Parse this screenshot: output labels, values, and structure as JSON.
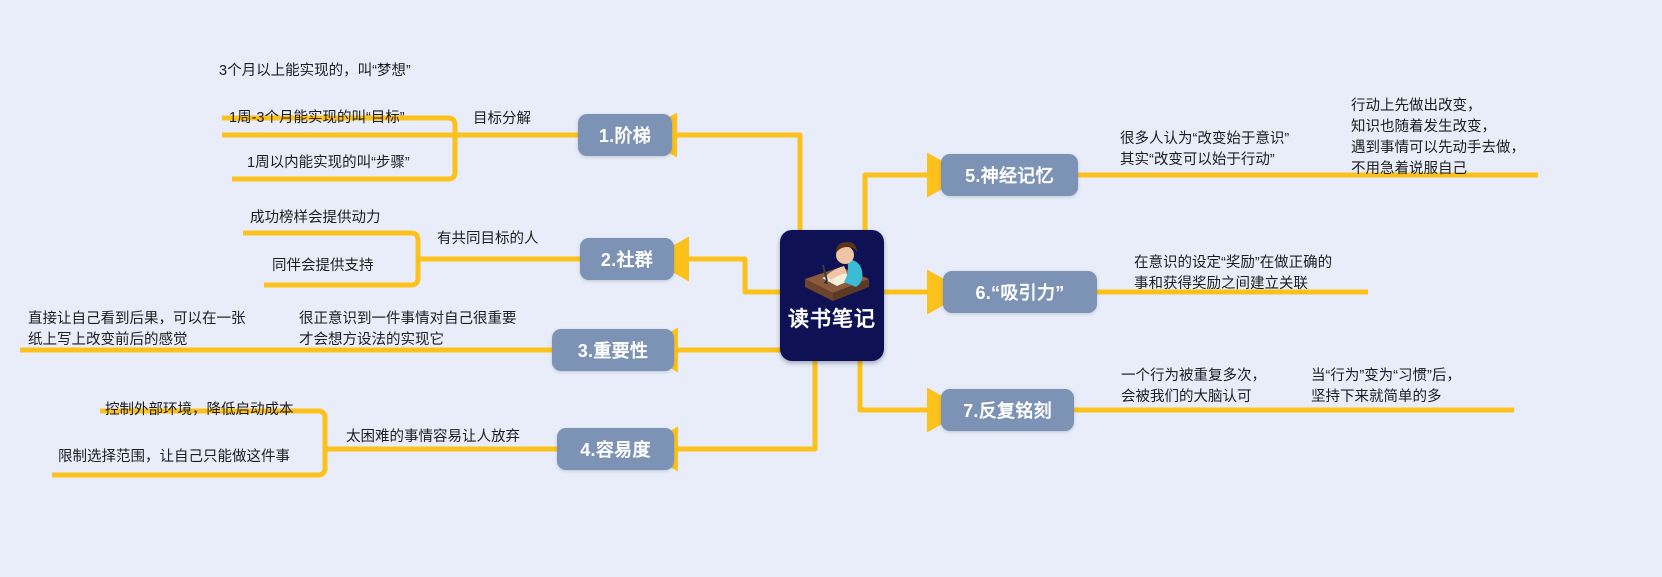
{
  "title": "读书笔记",
  "colors": {
    "background": "#e8edf9",
    "connector": "#fcc21b",
    "branch_chip": "#7d93b5",
    "center_node": "#0e1154",
    "text": "#1d1d1f"
  },
  "center": {
    "label": "读书笔记",
    "icon": "person-writing-at-desk-icon"
  },
  "branches": [
    {
      "id": "branch-1",
      "label": "1.阶梯",
      "side": "left",
      "connector_label": "目标分解",
      "items": [
        "3个月以上能实现的，叫“梦想”",
        "1周-3个月能实现的叫“目标”",
        "1周以内能实现的叫“步骤”"
      ]
    },
    {
      "id": "branch-2",
      "label": "2.社群",
      "side": "left",
      "connector_label": "有共同目标的人",
      "items": [
        "成功榜样会提供动力",
        "同伴会提供支持"
      ]
    },
    {
      "id": "branch-3",
      "label": "3.重要性",
      "side": "left",
      "connector_label": "很正意识到一件事情对自己很重要\n才会想方设法的实现它",
      "items": [
        "直接让自己看到后果，可以在一张\n纸上写上改变前后的感觉"
      ]
    },
    {
      "id": "branch-4",
      "label": "4.容易度",
      "side": "left",
      "connector_label": "太困难的事情容易让人放弃",
      "items": [
        "控制外部环境，降低启动成本",
        "限制选择范围，让自己只能做这件事"
      ]
    },
    {
      "id": "branch-5",
      "label": "5.神经记忆",
      "side": "right",
      "connector_label": "很多人认为“改变始于意识”\n其实“改变可以始于行动”",
      "items": [
        "行动上先做出改变，\n知识也随着发生改变，\n遇到事情可以先动手去做，\n不用急着说服自己"
      ]
    },
    {
      "id": "branch-6",
      "label": "6.“吸引力”",
      "side": "right",
      "connector_label": "在意识的设定“奖励”在做正确的\n事和获得奖励之间建立关联",
      "items": []
    },
    {
      "id": "branch-7",
      "label": "7.反复铭刻",
      "side": "right",
      "connector_label": "一个行为被重复多次，\n会被我们的大脑认可",
      "items": [
        "当“行为”变为“习惯”后，\n坚持下来就简单的多"
      ]
    }
  ]
}
